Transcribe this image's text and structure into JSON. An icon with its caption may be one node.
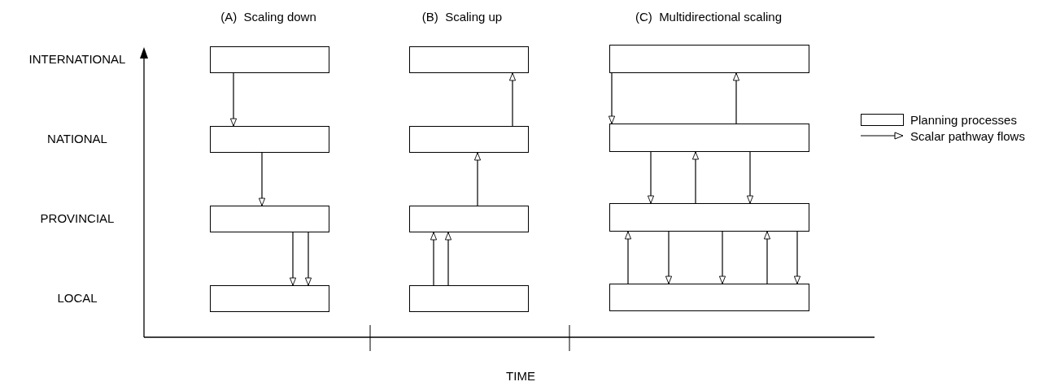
{
  "diagram": {
    "nodes": [
      {
        "text": [],
        "shape": "box"
      },
      {
        "text": [],
        "shape": "box"
      },
      {
        "text": [],
        "shape": "box"
      },
      {
        "text": [],
        "shape": "box"
      },
      {
        "text": [],
        "shape": "box"
      },
      {
        "text": [],
        "shape": "box"
      },
      {
        "text": [],
        "shape": "box"
      },
      {
        "text": [],
        "shape": "box"
      },
      {
        "text": [],
        "shape": "box"
      },
      {
        "text": [],
        "shape": "box"
      },
      {
        "text": [],
        "shape": "box"
      },
      {
        "text": [],
        "shape": "box"
      }
    ],
    "edges": [
      {
        "from": 0,
        "to": 1,
        "arrow": "to"
      },
      {
        "from": 1,
        "to": 2,
        "arrow": "to"
      },
      {
        "from": 2,
        "to": 3,
        "arrow": "to"
      },
      {
        "from": 2,
        "to": 3,
        "arrow": "to"
      },
      {
        "from": 7,
        "to": 6,
        "arrow": "to"
      },
      {
        "from": 7,
        "to": 6,
        "arrow": "to"
      },
      {
        "from": 6,
        "to": 5,
        "arrow": "to"
      },
      {
        "from": 5,
        "to": 4,
        "arrow": "to"
      },
      {
        "from": 8,
        "to": 9,
        "arrow": "to"
      },
      {
        "from": 9,
        "to": 8,
        "arrow": "to"
      },
      {
        "from": 9,
        "to": 10,
        "arrow": "to"
      },
      {
        "from": 10,
        "to": 9,
        "arrow": "to"
      },
      {
        "from": 9,
        "to": 10,
        "arrow": "to"
      },
      {
        "from": 11,
        "to": 10,
        "arrow": "to"
      },
      {
        "from": 10,
        "to": 11,
        "arrow": "to"
      },
      {
        "from": 10,
        "to": 11,
        "arrow": "to"
      },
      {
        "from": 11,
        "to": 10,
        "arrow": "to"
      },
      {
        "from": 10,
        "to": 11,
        "arrow": "to"
      }
    ],
    "labels": [
      "(A)  Scaling down",
      "(B)  Scaling up",
      "(C)  Multidirectional scaling",
      "INTERNATIONAL",
      "NATIONAL",
      "PROVINCIAL",
      "LOCAL",
      "TIME"
    ],
    "legend": [
      {
        "text": "Planning processes"
      },
      {
        "text": "Scalar pathway flows"
      }
    ]
  }
}
